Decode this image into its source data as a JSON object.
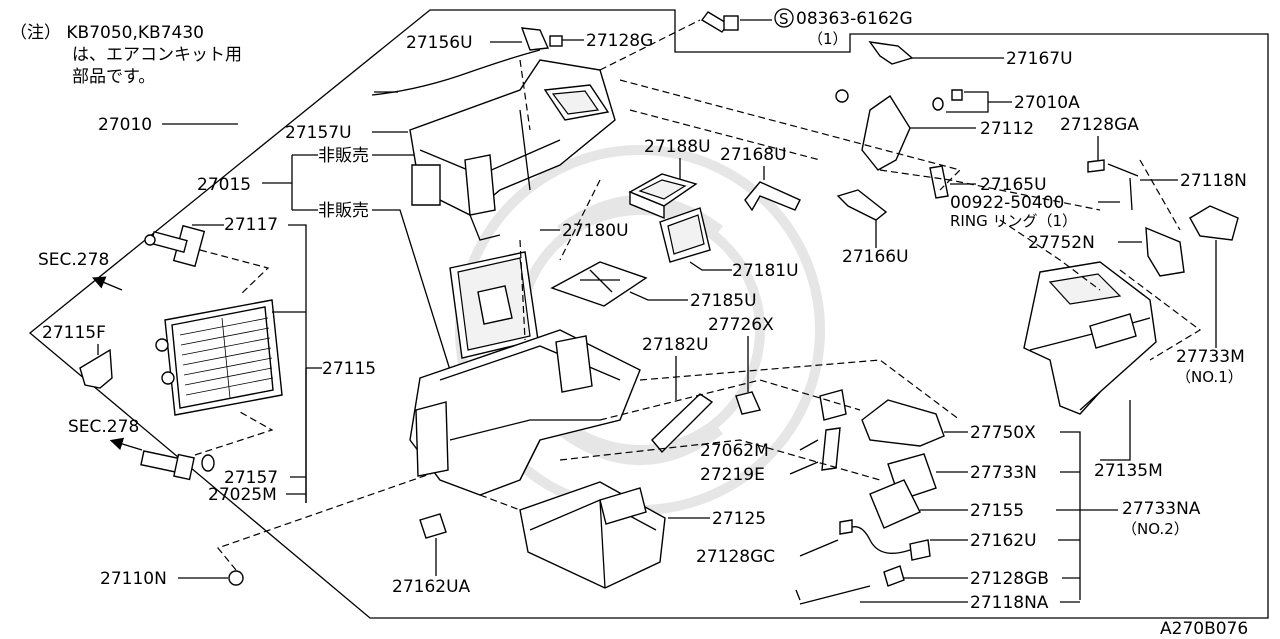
{
  "note": {
    "line1": "（注） KB7050,KB7430",
    "line2": "は、エアコンキット用",
    "line3": "部品です。"
  },
  "figure_code": "A270B076",
  "bolt_spec": {
    "code": "08363-6162G",
    "prefix": "S",
    "qty": "（1）"
  },
  "ring_spec": {
    "code": "00922-50400",
    "name": "RING リング（1）"
  },
  "not_for_sale": "非販売",
  "sec_ref": "SEC.278",
  "labels": {
    "p27010": "27010",
    "p27015": "27015",
    "p27156U": "27156U",
    "p27128G": "27128G",
    "p27157U": "27157U",
    "p27188U": "27188U",
    "p27168U": "27168U",
    "p27167U": "27167U",
    "p27010A": "27010A",
    "p27112": "27112",
    "p27128GA": "27128GA",
    "p27118N": "27118N",
    "p27165U": "27165U",
    "p27166U": "27166U",
    "p27752N": "27752N",
    "p27117": "27117",
    "p27180U": "27180U",
    "p27181U": "27181U",
    "p27185U": "27185U",
    "p27726X": "27726X",
    "p27182U": "27182U",
    "p27115F": "27115F",
    "p27115": "27115",
    "p27157": "27157",
    "p27025M": "27025M",
    "p27062M": "27062M",
    "p27219E": "27219E",
    "p27750X": "27750X",
    "p27733N": "27733N",
    "p27155": "27155",
    "p27733NA": "27733NA",
    "p27733NA_sub": "（NO.2）",
    "p27733M": "27733M",
    "p27733M_sub": "（NO.1）",
    "p27135M": "27135M",
    "p27125": "27125",
    "p27128GC": "27128GC",
    "p27162U": "27162U",
    "p27128GB": "27128GB",
    "p27118NA": "27118NA",
    "p27110N": "27110N",
    "p27162UA": "27162UA"
  }
}
